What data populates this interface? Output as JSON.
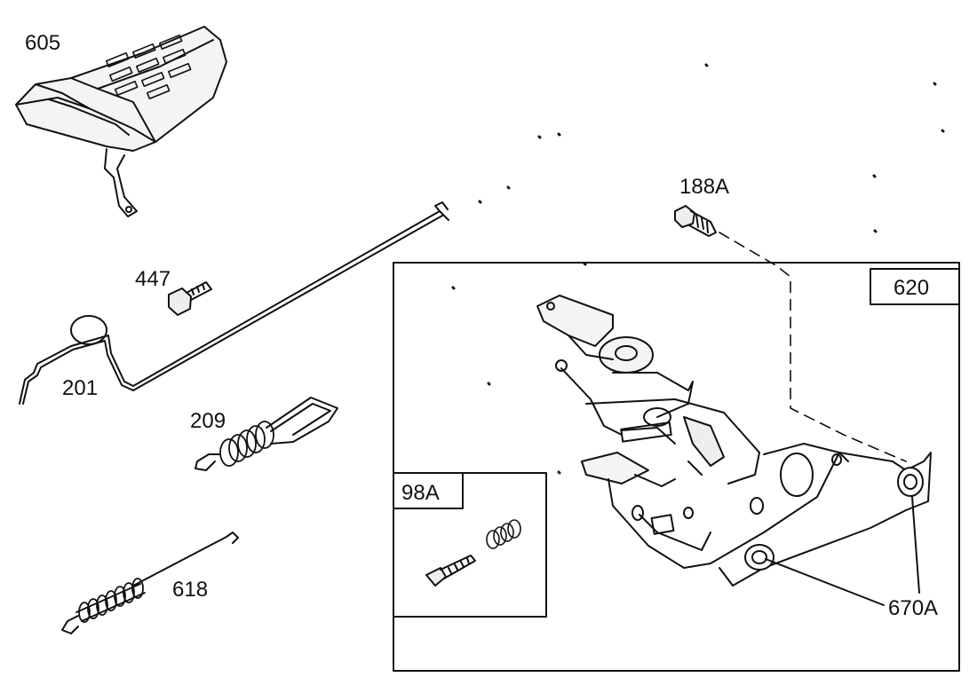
{
  "parts": {
    "p605": "605",
    "p447": "447",
    "p201": "201",
    "p209": "209",
    "p618": "618",
    "p188A": "188A",
    "p620": "620",
    "p98A": "98A",
    "p670A": "670A"
  },
  "colors": {
    "ink": "#111111",
    "paper": "#ffffff"
  }
}
